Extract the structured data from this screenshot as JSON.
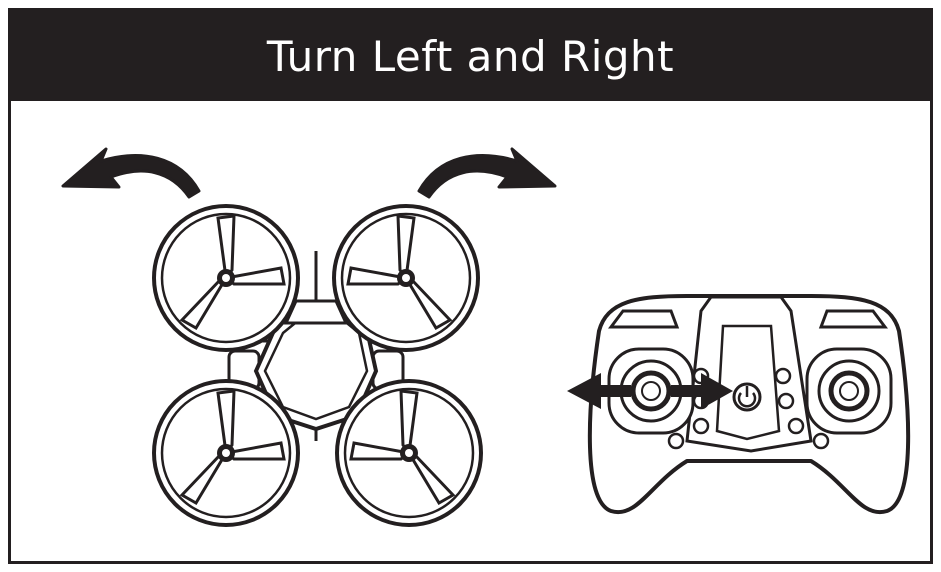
{
  "header": {
    "title": "Turn Left and Right"
  },
  "colors": {
    "ink": "#231f20",
    "paper": "#ffffff"
  },
  "illustration": {
    "drone": "quadcopter-top-view",
    "controller": "remote-controller-front-view",
    "rotation_arrows": [
      "turn-left-arrow",
      "turn-right-arrow"
    ],
    "stick_arrows": [
      "stick-left-arrow",
      "stick-right-arrow"
    ]
  }
}
